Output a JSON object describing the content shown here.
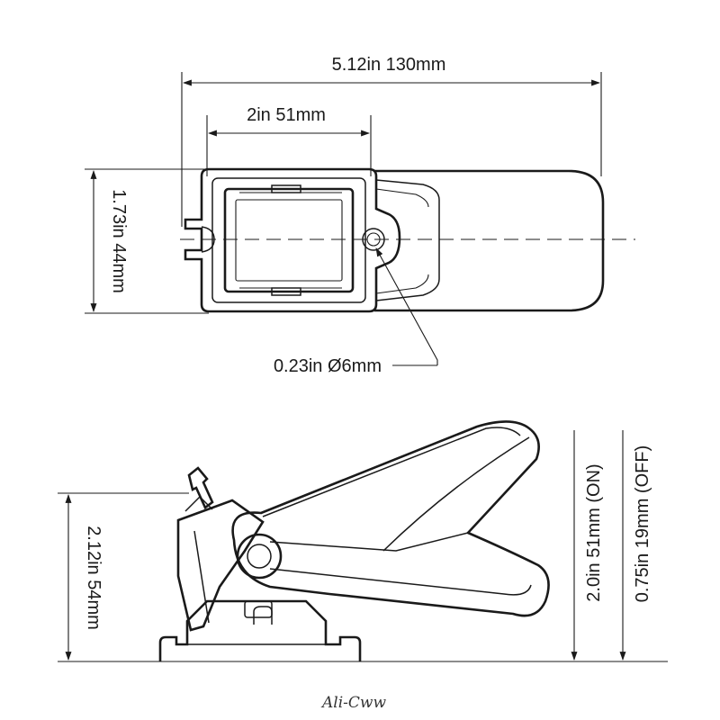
{
  "top_view": {
    "overall_length": "5.12in  130mm",
    "body_width": "2in  51mm",
    "height_label": "1.73in  44mm",
    "hole_label": "0.23in  Ø6mm"
  },
  "side_view": {
    "height_label": "2.12in  54mm",
    "on_label": "2.0in  51mm (ON)",
    "off_label": "0.75in  19mm (OFF)"
  },
  "watermark": "Ali-Cww"
}
